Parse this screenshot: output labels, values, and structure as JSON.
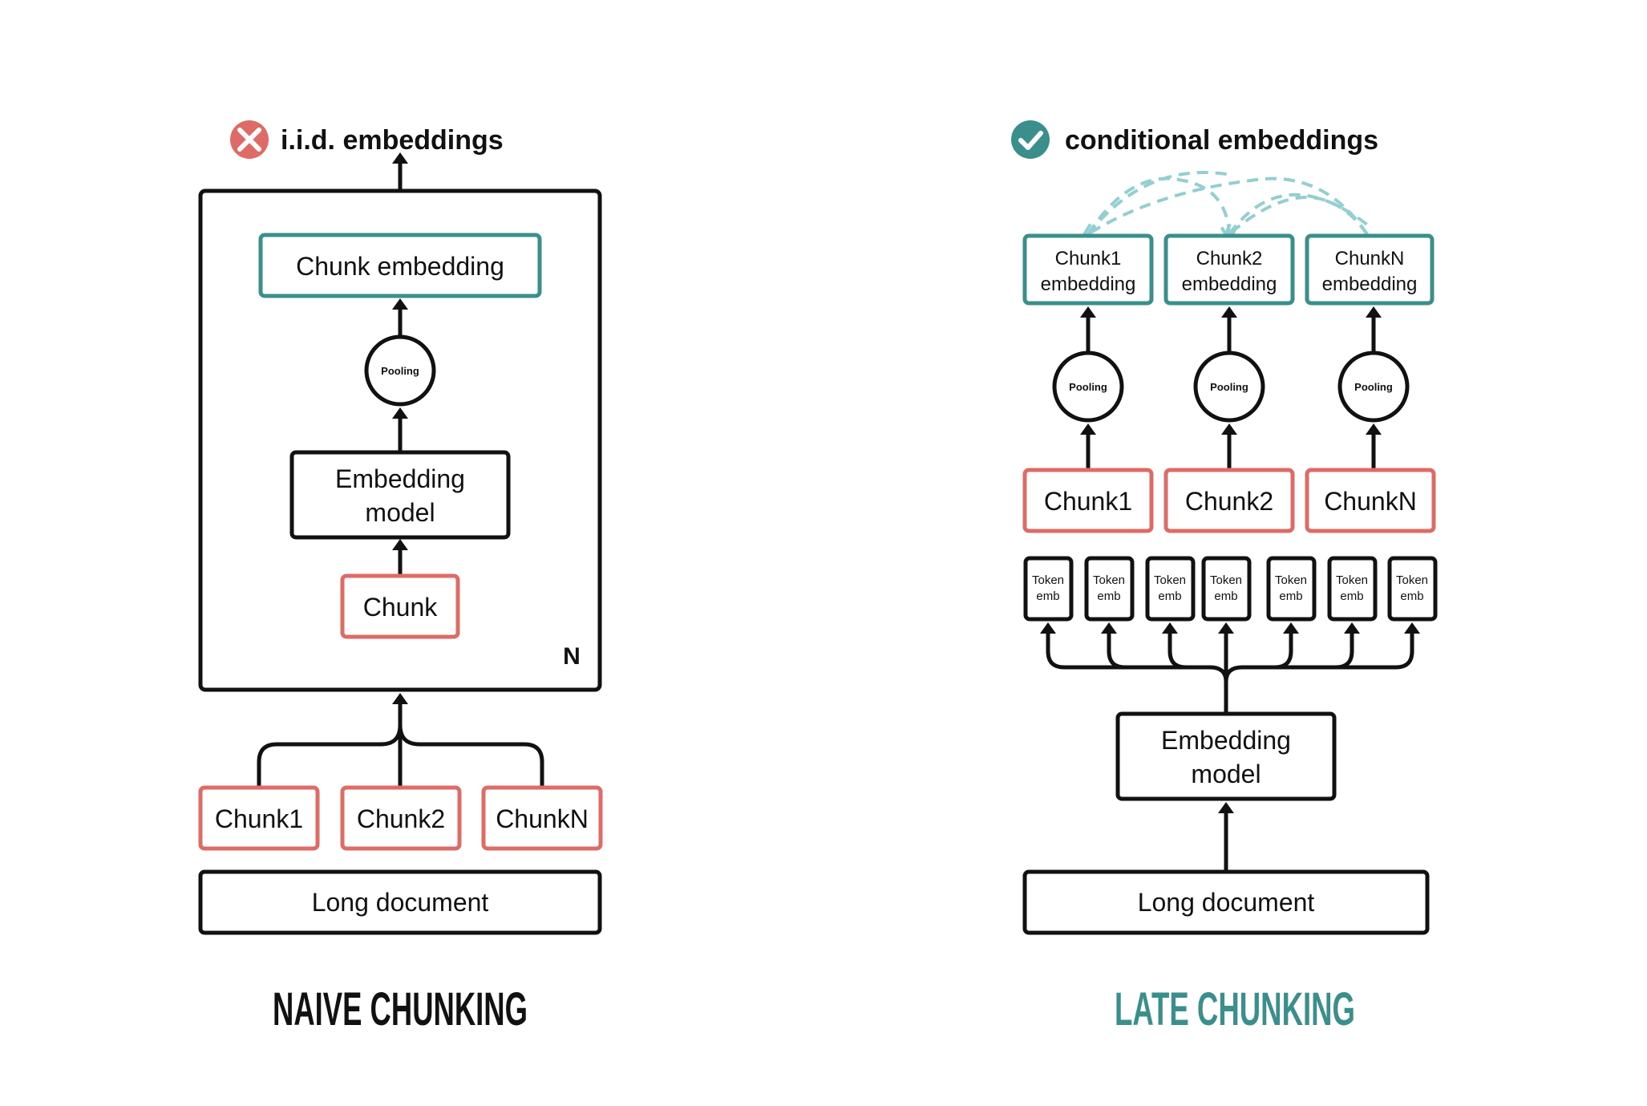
{
  "colors": {
    "teal": "#3a8f8c",
    "red": "#de6b66",
    "black": "#111111",
    "dashed": "#93cfd0"
  },
  "naive": {
    "status_icon": "cross-circle-icon",
    "status_label": "i.i.d. embeddings",
    "chunk_embedding": "Chunk embedding",
    "pooling": "Pooling",
    "embedding_model_line1": "Embedding",
    "embedding_model_line2": "model",
    "chunk": "Chunk",
    "repeat_marker": "N",
    "chunks": [
      "Chunk1",
      "Chunk2",
      "ChunkN"
    ],
    "long_document": "Long document",
    "title": "NAIVE CHUNKING"
  },
  "late": {
    "status_icon": "check-circle-icon",
    "status_label": "conditional embeddings",
    "chunk_embeddings": [
      {
        "line1": "Chunk1",
        "line2": "embedding"
      },
      {
        "line1": "Chunk2",
        "line2": "embedding"
      },
      {
        "line1": "ChunkN",
        "line2": "embedding"
      }
    ],
    "pooling": [
      "Pooling",
      "Pooling",
      "Pooling"
    ],
    "chunks": [
      "Chunk1",
      "Chunk2",
      "ChunkN"
    ],
    "token_embs": [
      {
        "line1": "Token",
        "line2": "emb"
      },
      {
        "line1": "Token",
        "line2": "emb"
      },
      {
        "line1": "Token",
        "line2": "emb"
      },
      {
        "line1": "Token",
        "line2": "emb"
      },
      {
        "line1": "Token",
        "line2": "emb"
      },
      {
        "line1": "Token",
        "line2": "emb"
      },
      {
        "line1": "Token",
        "line2": "emb"
      }
    ],
    "embedding_model_line1": "Embedding",
    "embedding_model_line2": "model",
    "long_document": "Long document",
    "title": "LATE CHUNKING"
  }
}
